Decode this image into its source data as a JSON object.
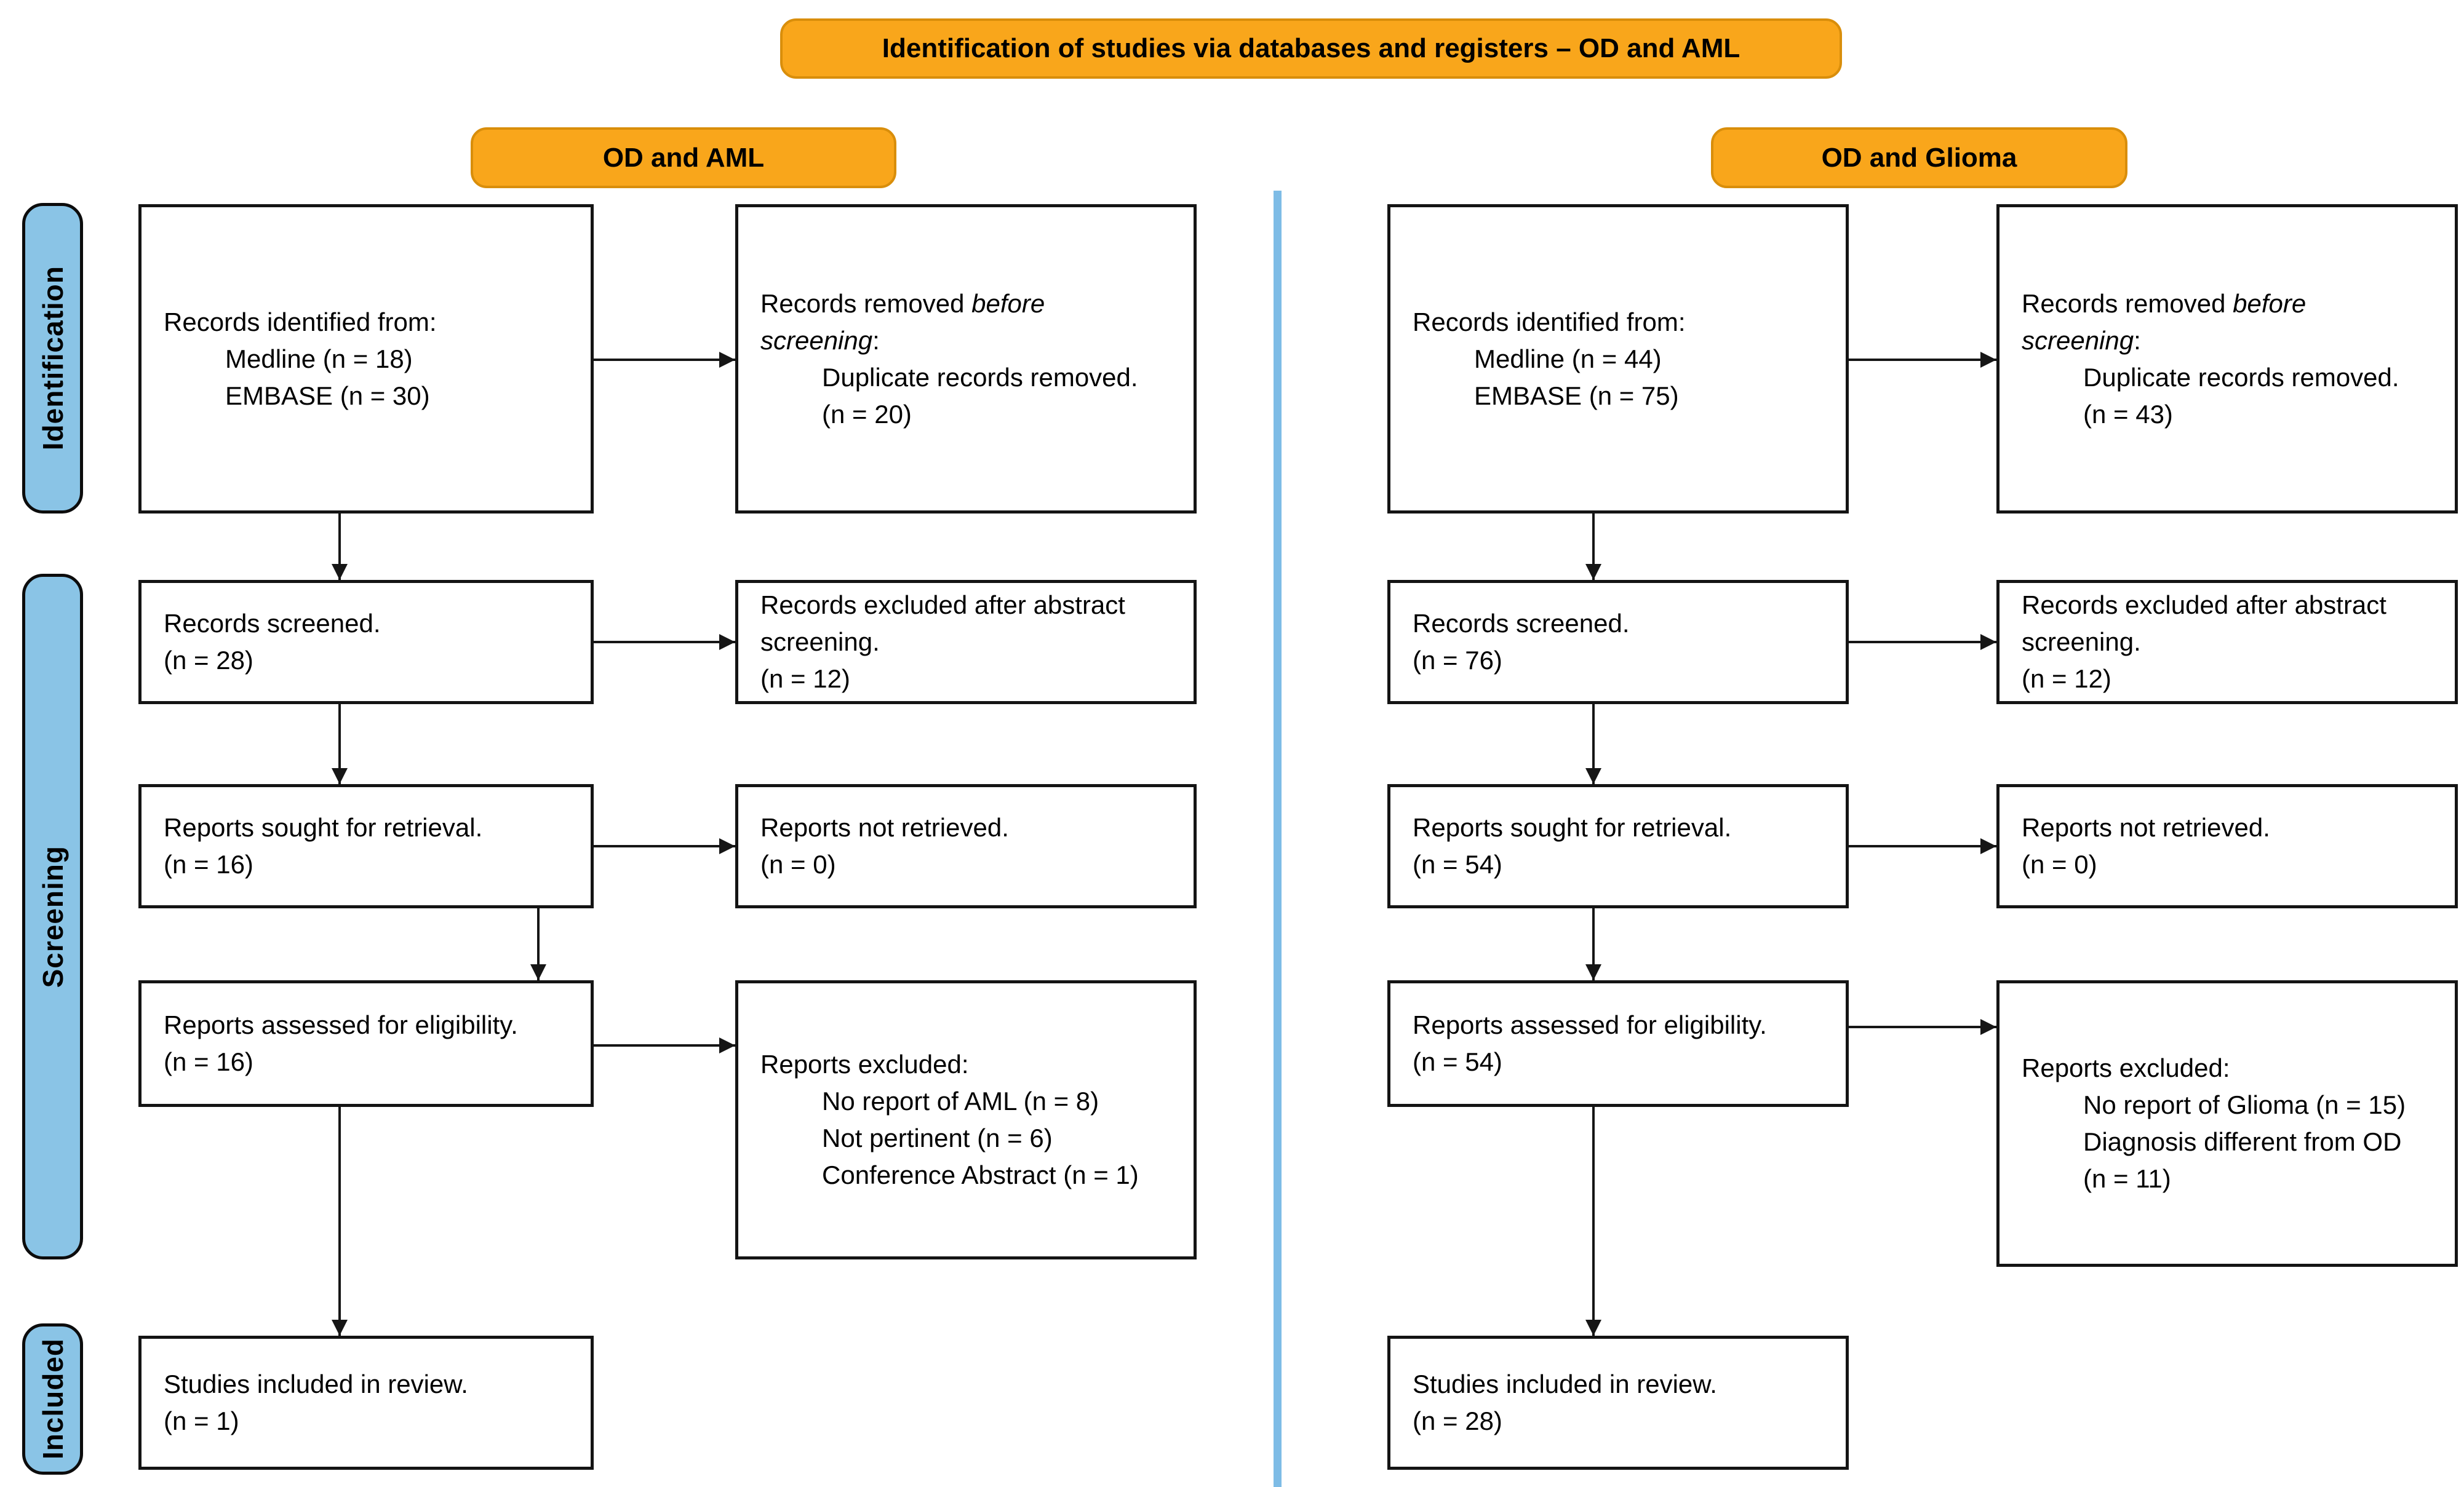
{
  "title": "Identification of studies via databases and registers – OD and AML",
  "colors": {
    "banner": "#F9A61B",
    "banner_border": "#D98E0B",
    "stage_fill": "#8AC4E6",
    "divider": "#7EBCE6",
    "box_border": "#141414"
  },
  "stages": {
    "identification": "Identification",
    "screening": "Screening",
    "included": "Included"
  },
  "aml": {
    "header": "OD and AML",
    "identified": {
      "lines": [
        "Records identified from:",
        "Medline (n = 18)",
        "EMBASE (n = 30)"
      ]
    },
    "removed": {
      "lines": [
        "Records removed ",
        "before",
        "screening",
        ":",
        "Duplicate records removed.",
        "(n = 20)"
      ]
    },
    "screened": {
      "lines": [
        "Records screened.",
        "(n = 28)"
      ]
    },
    "excluded_abstract": {
      "lines": [
        "Records excluded after abstract",
        "screening.",
        "(n = 12)"
      ]
    },
    "sought": {
      "lines": [
        "Reports sought for retrieval.",
        "(n = 16)"
      ]
    },
    "not_retrieved": {
      "lines": [
        "Reports not retrieved.",
        "(n = 0)"
      ]
    },
    "assessed": {
      "lines": [
        "Reports assessed for eligibility.",
        "(n = 16)"
      ]
    },
    "excluded": {
      "lines": [
        "Reports excluded:",
        "No report of AML (n = 8)",
        "Not pertinent (n = 6)",
        "Conference Abstract (n = 1)"
      ]
    },
    "included": {
      "lines": [
        "Studies included in review.",
        "(n = 1)"
      ]
    }
  },
  "glioma": {
    "header": "OD and Glioma",
    "identified": {
      "lines": [
        "Records identified from:",
        "Medline (n = 44)",
        "EMBASE (n = 75)"
      ]
    },
    "removed": {
      "lines": [
        "Records removed ",
        "before",
        "screening",
        ":",
        "Duplicate records removed.",
        "(n = 43)"
      ]
    },
    "screened": {
      "lines": [
        "Records screened.",
        "(n = 76)"
      ]
    },
    "excluded_abstract": {
      "lines": [
        "Records excluded after abstract",
        "screening.",
        "(n = 12)"
      ]
    },
    "sought": {
      "lines": [
        "Reports sought for retrieval.",
        "(n = 54)"
      ]
    },
    "not_retrieved": {
      "lines": [
        "Reports not retrieved.",
        "(n = 0)"
      ]
    },
    "assessed": {
      "lines": [
        "Reports assessed for eligibility.",
        "(n = 54)"
      ]
    },
    "excluded": {
      "lines": [
        "Reports excluded:",
        "No report of Glioma (n = 15)",
        "Diagnosis different from OD",
        "(n = 11)"
      ]
    },
    "included": {
      "lines": [
        "Studies included in review.",
        "(n = 28)"
      ]
    }
  }
}
